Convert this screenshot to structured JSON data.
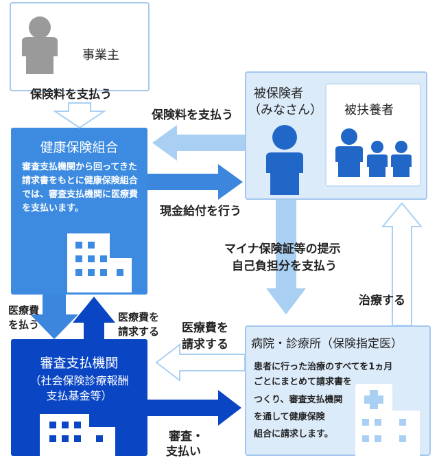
{
  "employer": {
    "label": "事業主"
  },
  "insured": {
    "title_line1": "被保険者",
    "title_line2": "（みなさん）"
  },
  "dependents": {
    "label": "被扶養者"
  },
  "union": {
    "title": "健康保険組合",
    "desc": "審査支払機関から回ってきた請求書をもとに健康保険組合では、審査支払機関に医療費を支払います。"
  },
  "review_org": {
    "title": "審査支払機関",
    "subtitle_line1": "（社会保険診療報酬",
    "subtitle_line2": "支払基金等）"
  },
  "hospital": {
    "title": "病院・診療所（保険指定医）",
    "desc_lines": [
      "患者に行った治療のすべてを1ヵ月",
      "ごとにまとめて請求書を",
      "つくり、審査支払機関",
      "を通して健康保険",
      "組合に請求します。"
    ]
  },
  "arrows": {
    "employer_pays": "保険料を支払う",
    "insured_pays": "保険料を支払う",
    "cash_benefit": "現金給付を行う",
    "present_card_1": "マイナ保険証等の提示",
    "present_card_2": "自己負担分を支払う",
    "treatment": "治療する",
    "union_pays_1": "医療費",
    "union_pays_2": "を払う",
    "review_requests_1": "医療費を",
    "review_requests_2": "請求する",
    "hospital_requests_1": "医療費を",
    "hospital_requests_2": "請求する",
    "review_pays_1": "審査・",
    "review_pays_2": "支払い"
  },
  "colors": {
    "light_box_bg": "#dcebfa",
    "light_box_border": "#9cc3ea",
    "union_bg": "#3c8be0",
    "review_bg": "#0a46c4",
    "light_arrow": "#a9d0f3",
    "mid_arrow": "#3d86de",
    "dark_arrow": "#0a46c4",
    "person_gray": "#9a9a9a",
    "person_blue": "#2067c7"
  }
}
